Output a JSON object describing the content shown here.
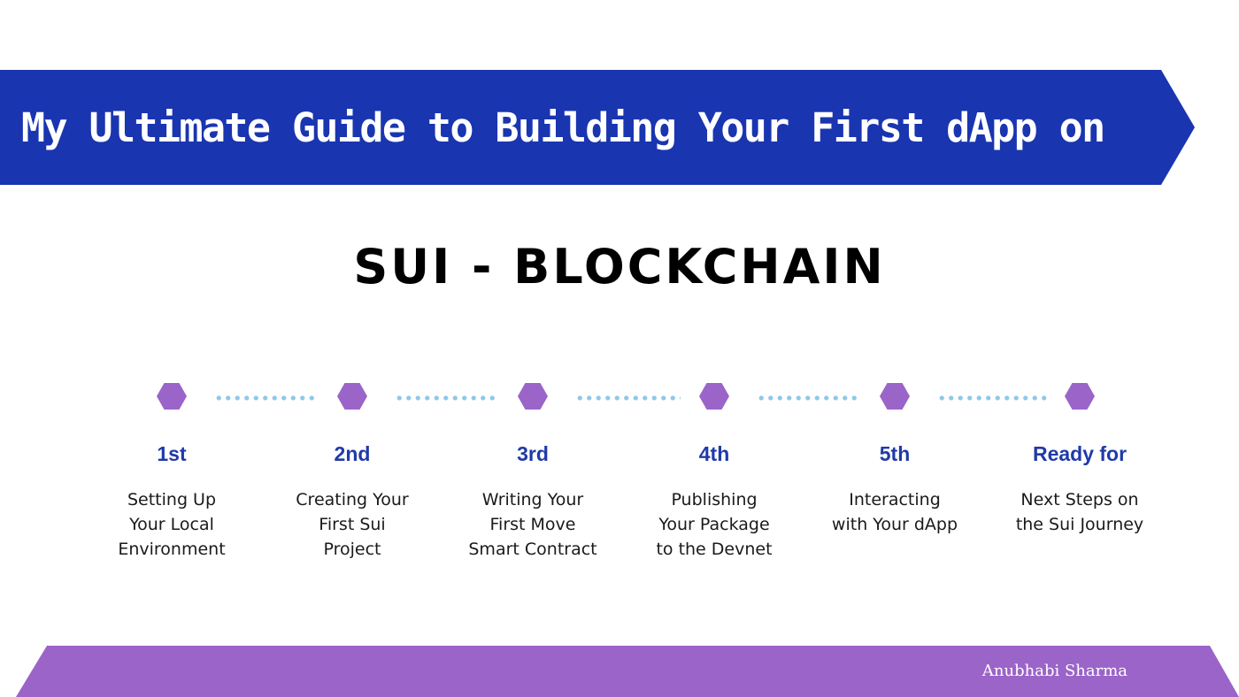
{
  "banner": {
    "title": "My Ultimate Guide to Building Your First dApp on",
    "color": "#1a35b0"
  },
  "subtitle": "SUI - BLOCKCHAIN",
  "steps": [
    {
      "label": "1st",
      "description": "Setting Up\nYour Local\nEnvironment"
    },
    {
      "label": "2nd",
      "description": "Creating Your\nFirst Sui\nProject"
    },
    {
      "label": "3rd",
      "description": "Writing Your\nFirst Move\nSmart Contract"
    },
    {
      "label": "4th",
      "description": "Publishing\nYour Package\nto the Devnet"
    },
    {
      "label": "5th",
      "description": "Interacting\nwith Your dApp"
    },
    {
      "label": "Ready for",
      "description": "Next Steps on\nthe Sui Journey"
    }
  ],
  "colors": {
    "hexagon": "#9b64c9",
    "connector_dots": "#8ec8ea",
    "step_label": "#1f3aa8",
    "footer": "#9b64c9"
  },
  "footer": {
    "author": "Anubhabi Sharma"
  }
}
